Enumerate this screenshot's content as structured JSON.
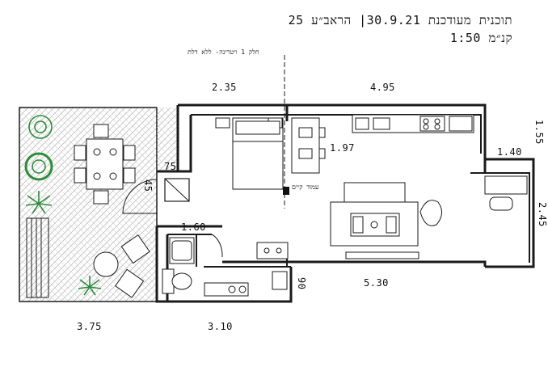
{
  "title": {
    "line1": "תוכנית מעודכנת  30.9.21| הראב״ע 25",
    "line2": "קנ״מ 1:50"
  },
  "notes": {
    "vitrine": "חלק 1 ויטרינה- ללא דלת",
    "column": "עמוד קיים"
  },
  "dimensions": {
    "top_left": "2.35",
    "top_right": "4.95",
    "bed_side": "1.97",
    "right_upper": "1.55",
    "right_step": "1.40",
    "right_lower": "2.45",
    "niche_w": "75",
    "niche_h": "45",
    "bath_w": "1.60",
    "living_w": "5.30",
    "bath_wall": "90",
    "bottom_left": "3.75",
    "bottom_mid": "3.10"
  },
  "colors": {
    "line": "#1a1a1a",
    "hatch": "#bdbdbd",
    "plant": "#2e8b3a"
  }
}
